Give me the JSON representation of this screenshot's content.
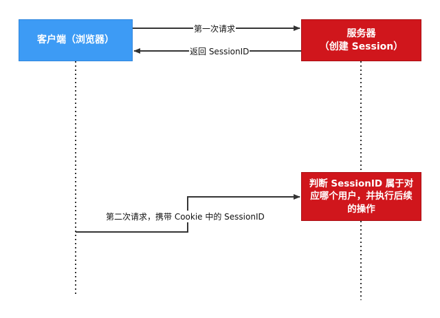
{
  "nodes": {
    "client": "客户端（浏览器）",
    "server": "服务器\n（创建 Session）",
    "judge": "判断 SessionID 属于对应哪个用户，并执行后续的操作"
  },
  "arrows": {
    "first_request": "第一次请求",
    "return_session": "返回 SessionID",
    "second_request": "第二次请求，携带 Cookie 中的 SessionID"
  },
  "colors": {
    "client": "#3d9bf5",
    "server": "#d0161c",
    "line": "#333333"
  }
}
